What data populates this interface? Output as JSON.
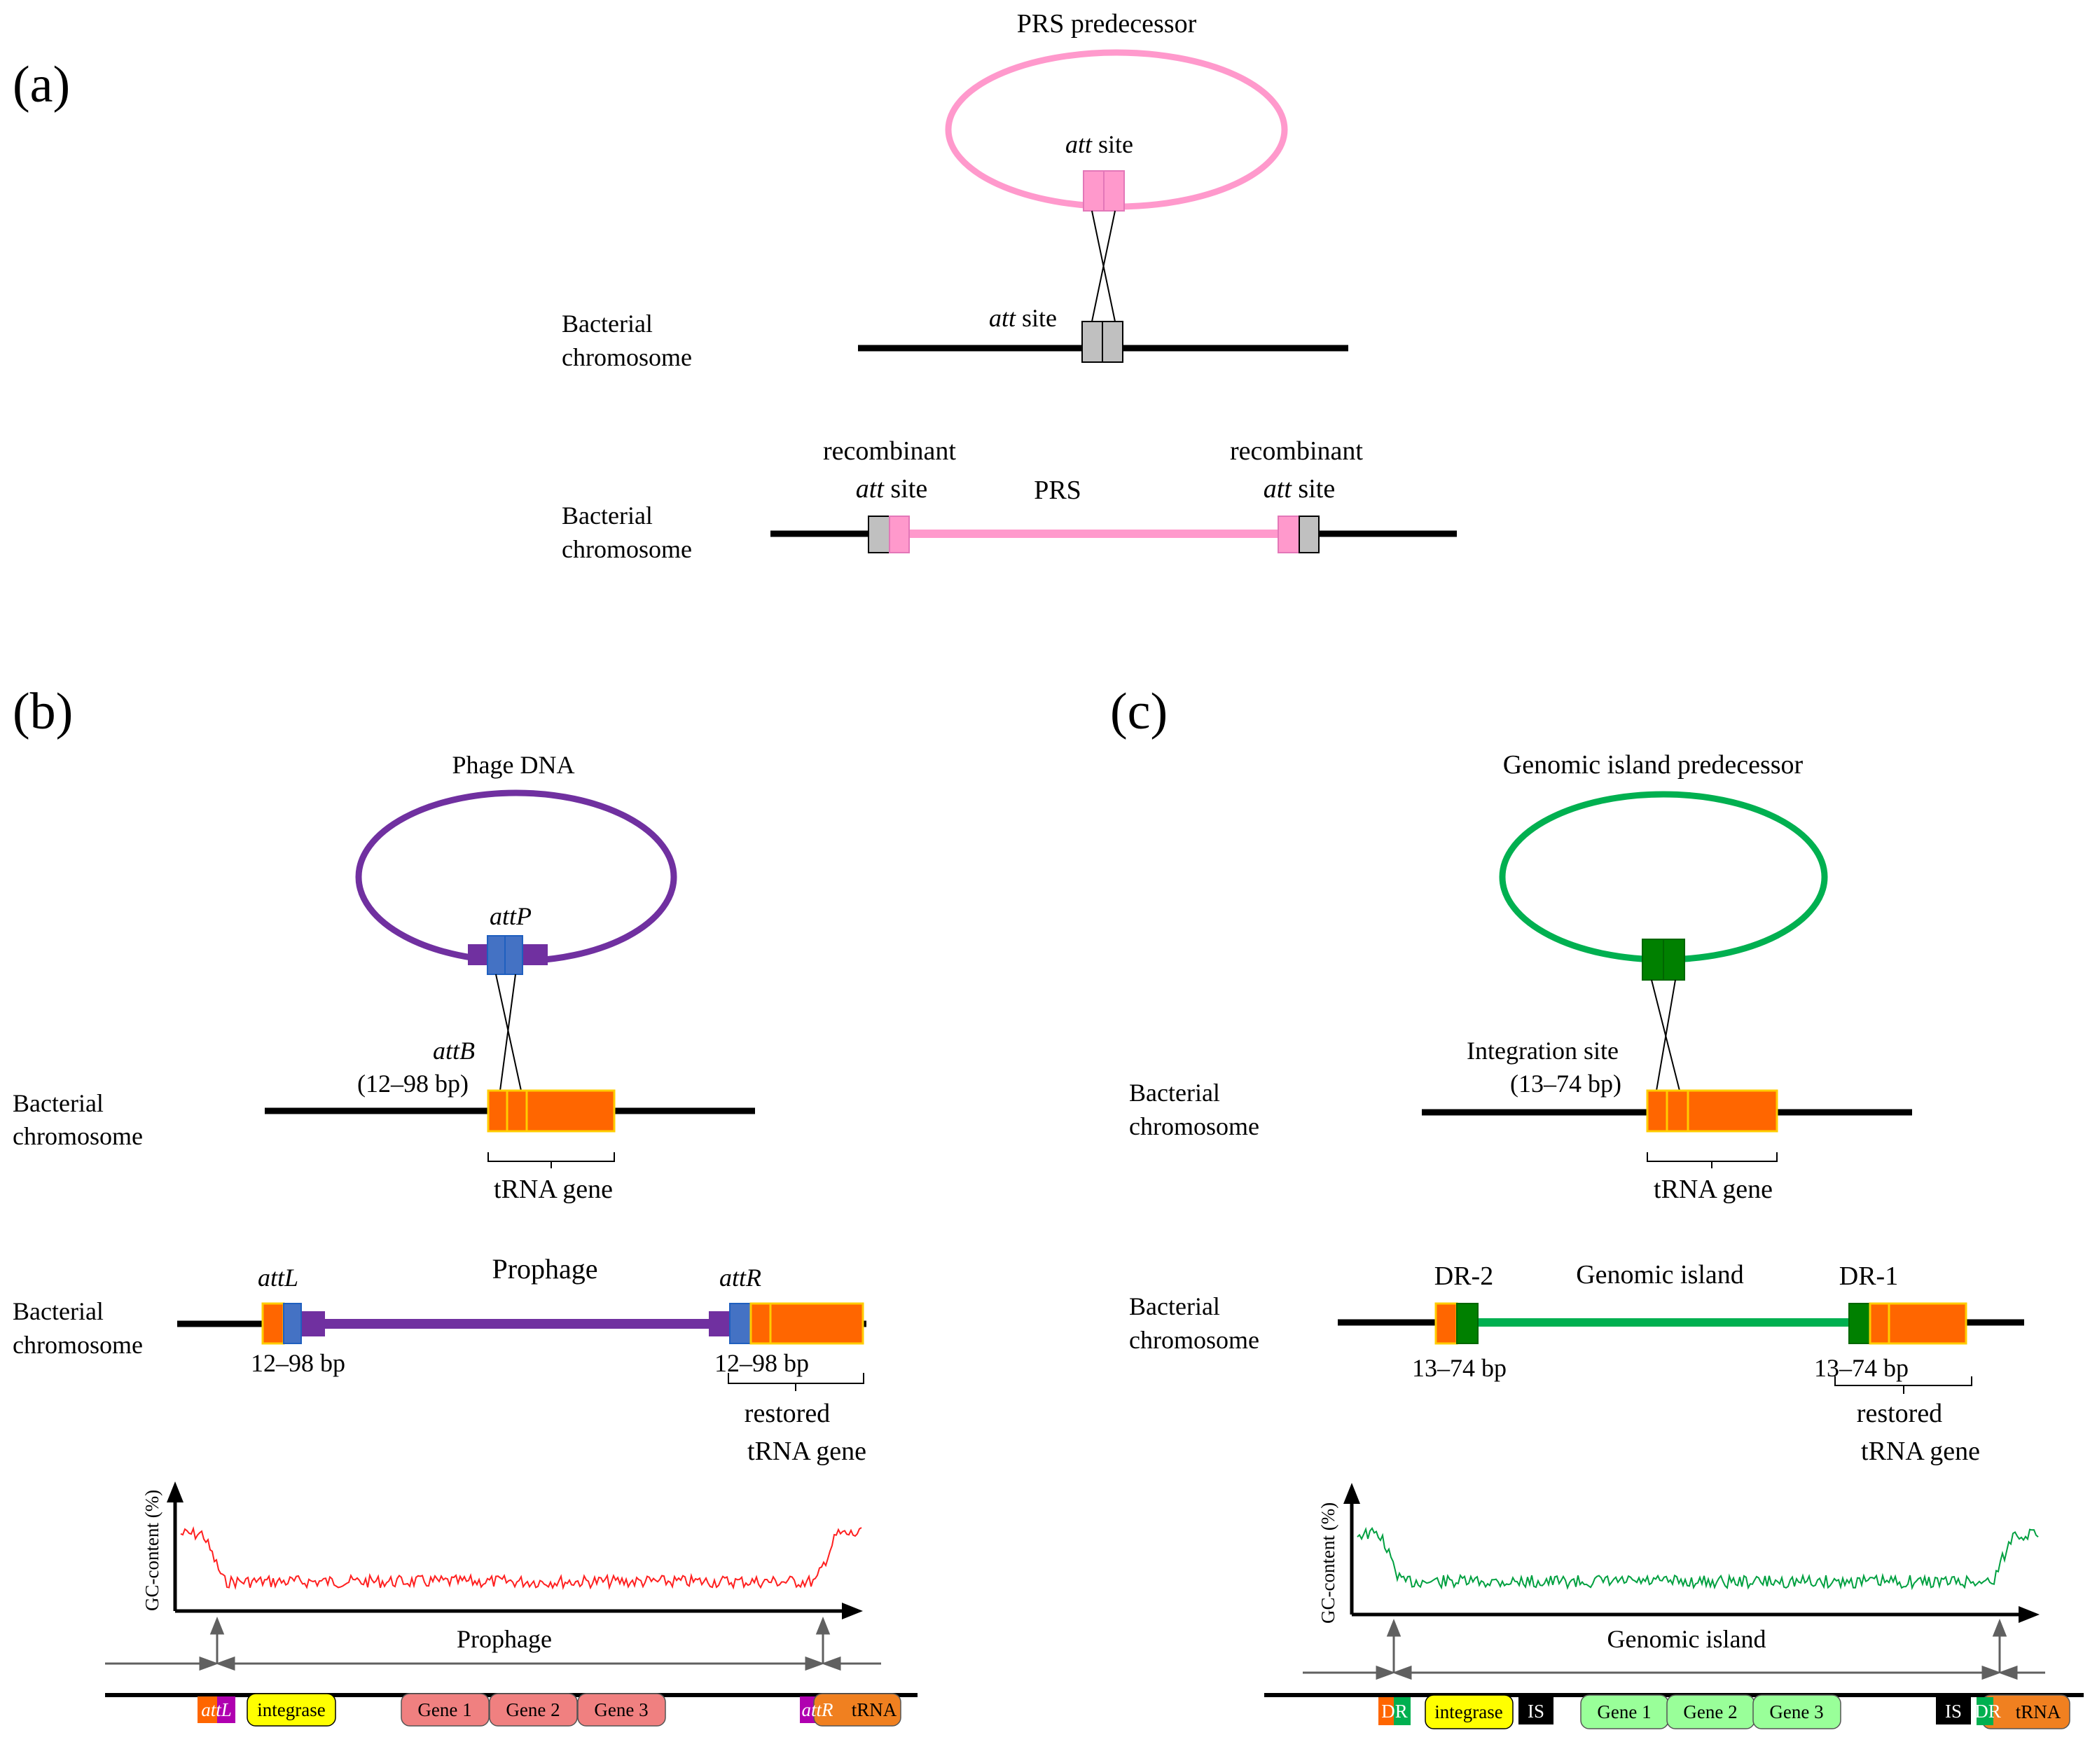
{
  "panel_a": {
    "letter": "(a)",
    "title": "PRS predecessor",
    "att_word": "att",
    "site_word": " site",
    "chrom_line1": "Bacterial",
    "chrom_line2": "chromosome",
    "recombinant": "recombinant",
    "prs_label": "PRS",
    "colors": {
      "element": "#ff99cc",
      "chrom_site": "#c0c0c0"
    }
  },
  "panel_b": {
    "letter": "(b)",
    "title": "Phage DNA",
    "attP": "attP",
    "attB": "attB",
    "attB_range": "(12–98 bp)",
    "chrom_line1": "Bacterial",
    "chrom_line2": "chromosome",
    "trna_gene": "tRNA gene",
    "prophage_title": "Prophage",
    "attL": "attL",
    "attR": "attR",
    "left_bp": "12–98 bp",
    "right_bp": "12–98 bp",
    "restored_line1": "restored",
    "restored_line2": "tRNA gene",
    "gc_ylabel": "GC-content (%)",
    "span_label": "Prophage",
    "map_attL": "attL",
    "map_integrase": "integrase",
    "map_gene1": "Gene 1",
    "map_gene2": "Gene 2",
    "map_gene3": "Gene 3",
    "map_attR": "attR",
    "map_trna": "tRNA",
    "colors": {
      "element": "#7030a0",
      "att": "#4472c4",
      "trna": "#ff6600",
      "gc_trace": "#ff2020",
      "gene": "#f08080",
      "integrase": "#ffff00"
    }
  },
  "panel_c": {
    "letter": "(c)",
    "title": "Genomic island predecessor",
    "integration_line1": "Integration site",
    "integration_line2": "(13–74 bp)",
    "chrom_line1": "Bacterial",
    "chrom_line2": "chromosome",
    "trna_gene": "tRNA gene",
    "island_title": "Genomic island",
    "dr2": "DR-2",
    "dr1": "DR-1",
    "left_bp": "13–74 bp",
    "right_bp": "13–74 bp",
    "restored_line1": "restored",
    "restored_line2": "tRNA gene",
    "gc_ylabel": "GC-content (%)",
    "span_label": "Genomic island",
    "map_dr_left": "DR",
    "map_integrase": "integrase",
    "map_is_left": "IS",
    "map_gene1": "Gene 1",
    "map_gene2": "Gene 2",
    "map_gene3": "Gene 3",
    "map_is_right": "IS",
    "map_dr_right": "DR",
    "map_trna": "tRNA",
    "colors": {
      "element": "#00b050",
      "dr": "#008000",
      "trna": "#ff6600",
      "gc_trace": "#00a040",
      "gene": "#99ff99",
      "integrase": "#ffff00",
      "is": "#000000"
    }
  }
}
